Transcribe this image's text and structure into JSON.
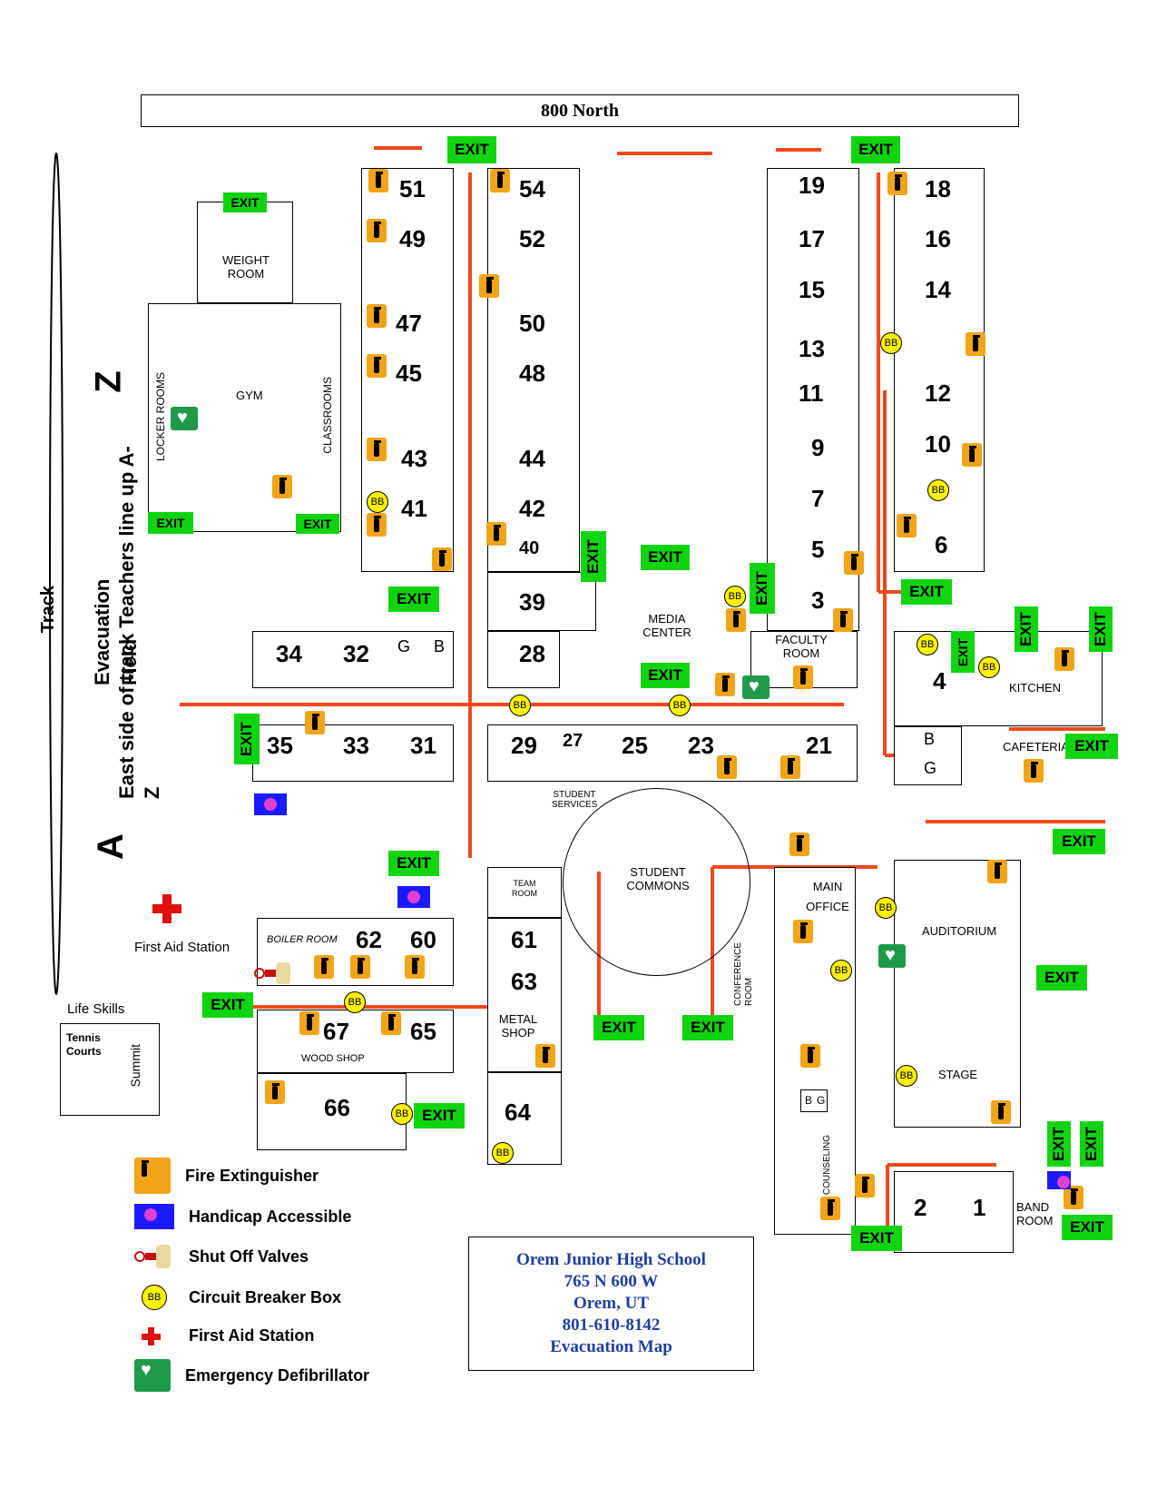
{
  "street": "800 North",
  "track_label": "Track",
  "evac_field": {
    "line1": "Evacuation Field",
    "line2": "East side of track  Teachers line up A-Z",
    "letter_z": "Z",
    "letter_a": "A"
  },
  "exit_label": "EXIT",
  "rooms": {
    "r51": "51",
    "r54": "54",
    "r49": "49",
    "r52": "52",
    "r47": "47",
    "r50": "50",
    "r45": "45",
    "r48": "48",
    "r43": "43",
    "r44": "44",
    "r41": "41",
    "r42": "42",
    "r40": "40",
    "r39": "39",
    "r28": "28",
    "r34": "34",
    "r32": "32",
    "r35": "35",
    "r33": "33",
    "r31": "31",
    "r29": "29",
    "r27": "27",
    "r25": "25",
    "r23": "23",
    "r21": "21",
    "r19": "19",
    "r18": "18",
    "r17": "17",
    "r16": "16",
    "r15": "15",
    "r14": "14",
    "r13": "13",
    "r12": "12",
    "r11": "11",
    "r10": "10",
    "r9": "9",
    "r7": "7",
    "r6": "6",
    "r5": "5",
    "r3": "3",
    "r4": "4",
    "r62": "62",
    "r60": "60",
    "r61": "61",
    "r63": "63",
    "r67": "67",
    "r65": "65",
    "r66": "66",
    "r64": "64",
    "r2": "2",
    "r1": "1"
  },
  "areas": {
    "weight_room": "WEIGHT ROOM",
    "gym": "GYM",
    "locker_rooms": "LOCKER ROOMS",
    "classrooms": "CLASSROOMS",
    "media_center": "MEDIA CENTER",
    "faculty_room": "FACULTY ROOM",
    "kitchen": "KITCHEN",
    "cafeteria": "CAFETERIA",
    "student_services": "STUDENT SERVICES",
    "student_commons": "STUDENT COMMONS",
    "team_room": "TEAM ROOM",
    "main_office": "MAIN OFFICE",
    "conference_room": "CONFERENCE ROOM",
    "auditorium": "AUDITORIUM",
    "stage": "STAGE",
    "counseling": "COUNSELING",
    "band_room": "BAND ROOM",
    "boiler_room": "BOILER ROOM",
    "metal_shop": "METAL SHOP",
    "wood_shop": "WOOD SHOP",
    "first_aid_station": "First Aid Station",
    "life_skills": "Life Skills",
    "tennis_courts": "Tennis Courts",
    "summit": "Summit",
    "g": "G",
    "b": "B"
  },
  "legend": {
    "fire_extinguisher": "Fire Extinguisher",
    "handicap": "Handicap Accessible",
    "shut_off": "Shut Off Valves",
    "circuit_breaker": "Circuit Breaker Box",
    "first_aid": "First Aid Station",
    "defibrillator": "Emergency Defibrillator",
    "bb": "BB"
  },
  "school": {
    "name": "Orem Junior High School",
    "address": "765 N 600 W",
    "city": "Orem, UT",
    "phone": "801-610-8142",
    "title": "Evacuation Map"
  },
  "colors": {
    "exit_green": "#11d411",
    "arrow_red": "#f04a1a",
    "extinguisher": "#f1a417",
    "breaker": "#fff200",
    "school_text": "#1f3f9f"
  }
}
